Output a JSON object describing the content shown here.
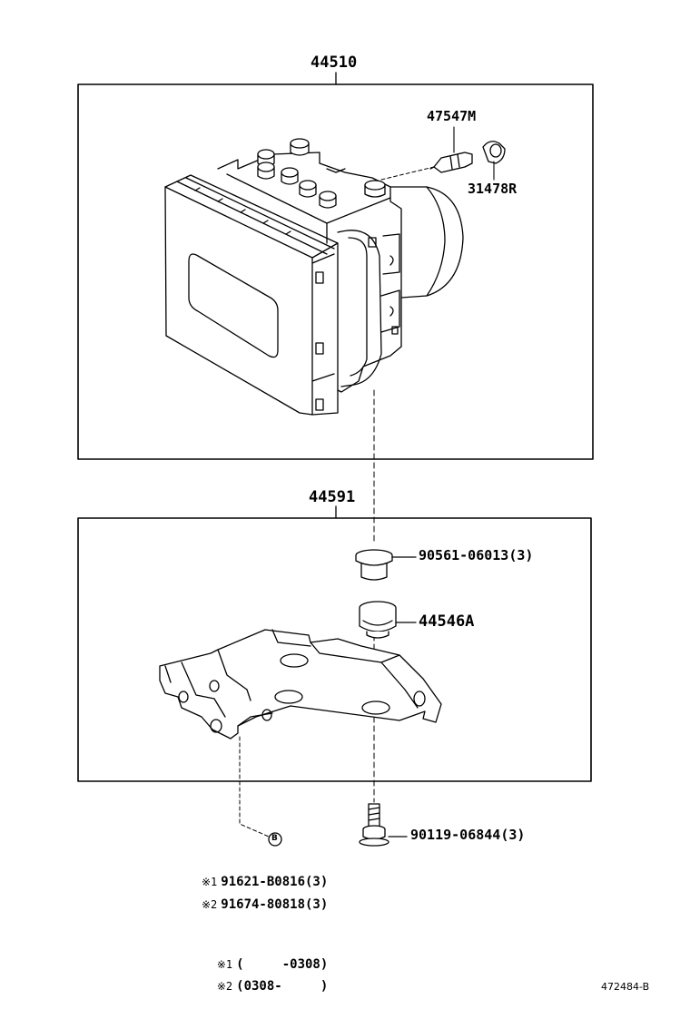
{
  "top_group": {
    "part_no": "44510"
  },
  "top_parts": [
    {
      "part_no": "47547M"
    },
    {
      "part_no": "31478R"
    }
  ],
  "bottom_group": {
    "part_no": "44591"
  },
  "bottom_parts": [
    {
      "part_no": "90561-06013(3)"
    },
    {
      "part_no": "44546A"
    },
    {
      "part_no": "90119-06844(3)"
    }
  ],
  "ref_marker": {
    "letter": "B"
  },
  "variants": [
    {
      "mark": "※1",
      "part_no": "91621-B0816(3)"
    },
    {
      "mark": "※2",
      "part_no": "91674-80818(3)"
    }
  ],
  "date_notes": [
    {
      "mark": "※1",
      "range": "(     -0308)"
    },
    {
      "mark": "※2",
      "range": "(0308-     )"
    }
  ],
  "drawing_code": "472484-B"
}
